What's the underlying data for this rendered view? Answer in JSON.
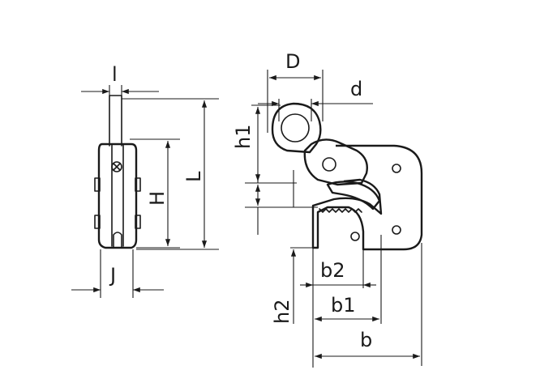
{
  "labels": {
    "l_small": "l",
    "H": "H",
    "L": "L",
    "J": "J",
    "D": "D",
    "d": "d",
    "h1": "h1",
    "h2": "h2",
    "b": "b",
    "b1": "b1",
    "b2": "b2"
  }
}
